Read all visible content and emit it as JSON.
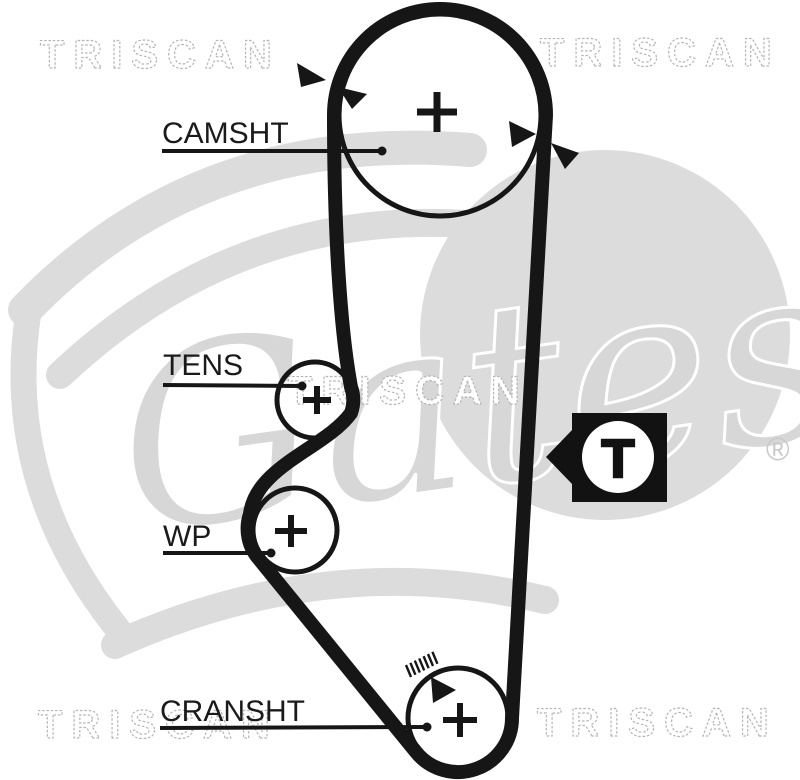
{
  "diagram": {
    "type": "timing-belt-routing-diagram",
    "labels": {
      "camshaft": "CAMSHT",
      "tensioner": "TENS",
      "water_pump": "WP",
      "crankshaft": "CRANSHT"
    },
    "timing_mark_letter": "T"
  },
  "watermarks": {
    "brand": "TRISCAN",
    "logo_script": "Gates",
    "registered_symbol": "®"
  },
  "colors": {
    "ink": "#161616",
    "label_text": "#1a1a1a",
    "logo_gray": "#dcdcdc",
    "brand_outline": "#b5b5b5",
    "background": "#ffffff"
  }
}
